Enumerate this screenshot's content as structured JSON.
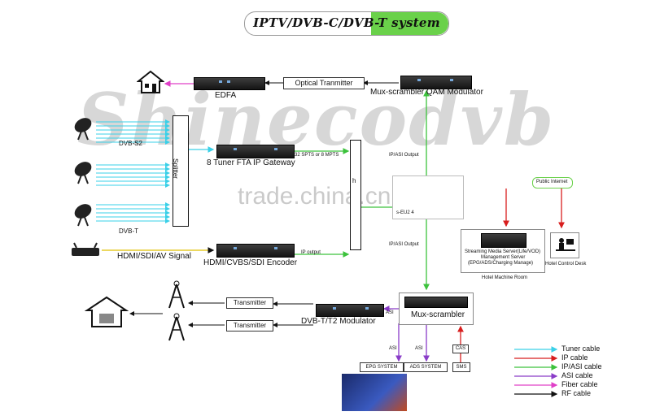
{
  "title": "IPTV/DVB-C/DVB-T system",
  "watermark_brand": "Shinecodvb",
  "watermark_site": "trade.china.cn",
  "labels": {
    "edfa": "EDFA",
    "optical_transmitter": "Optical Tranmitter",
    "qam_modulator": "Mux-scrambler  QAM Modulator",
    "dvb_s2": "DVB-S2",
    "dvb_t": "DVB-T",
    "splitter": "Splitter",
    "tuner_gateway": "8 Tuner FTA IP Gateway",
    "spts_mpts": "32 SPTS or 8 MPTS",
    "ip_asi_output_top": "IP/ASI Output",
    "ip_asi_output_bottom": "IP/ASI Output",
    "switch": "h",
    "streaming_fragment": "s-EU2 4",
    "public_internet": "Public Internet",
    "hdmi_signal": "HDMI/SDI/AV Signal",
    "encoder": "HDMI/CVBS/SDI Encoder",
    "ip_output": "IP output",
    "streaming_server_line1": "Streaming Media Server(Life/VOD)",
    "streaming_server_line2": "Management Server",
    "streaming_server_line3": "(EPG/ADS/Charging Manage)",
    "machine_room": "Hotel Machine Room",
    "control_desk": "Hotel Control Desk",
    "transmitter1": "Transmitter",
    "transmitter2": "Transmitter",
    "dvbt_modulator": "DVB-T/T2 Modulator",
    "mux_scrambler": "Mux-scrambler",
    "asi_small": "ASI",
    "asi_left": "ASI",
    "asi_right": "ASI",
    "cas": "CAS",
    "epg_system": "EPG SYSTEM",
    "ads_system": "ADS SYSTEM",
    "sms": "SMS"
  },
  "legend": [
    {
      "label": "Tuner cable",
      "color": "#3ad0e8"
    },
    {
      "label": "IP cable",
      "color": "#d81e1e"
    },
    {
      "label": "IP/ASI cable",
      "color": "#3cc23c"
    },
    {
      "label": "ASI cable",
      "color": "#8a3cc8"
    },
    {
      "label": "Fiber cable",
      "color": "#e040c8"
    },
    {
      "label": "RF cable",
      "color": "#111111"
    }
  ]
}
